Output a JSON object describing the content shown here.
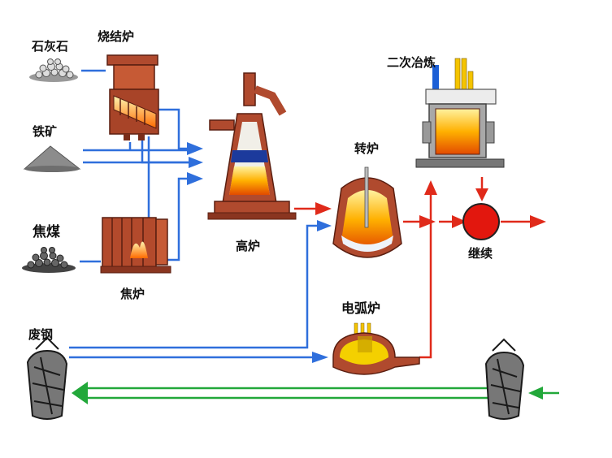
{
  "labels": {
    "limestone": "石灰石",
    "iron_ore": "铁矿",
    "coking_coal": "焦煤",
    "sinter_plant": "烧结炉",
    "coke_oven": "焦炉",
    "blast_furnace": "高炉",
    "converter": "转炉",
    "secondary_refining": "二次冶炼",
    "continuous_casting": "继续",
    "electric_arc_furnace": "电弧炉",
    "scrap_steel": "废钢"
  },
  "colors": {
    "blue_flow": "#2f6fdc",
    "red_flow": "#e02a1a",
    "green_flow": "#22a83a",
    "furnace_body": "#a4442a",
    "continuous_casting_node": "#e2170e"
  },
  "icons": {
    "raw_material_piles": "rock-pile-icon",
    "scrap_bundles": "scrap-bundle-icon"
  }
}
